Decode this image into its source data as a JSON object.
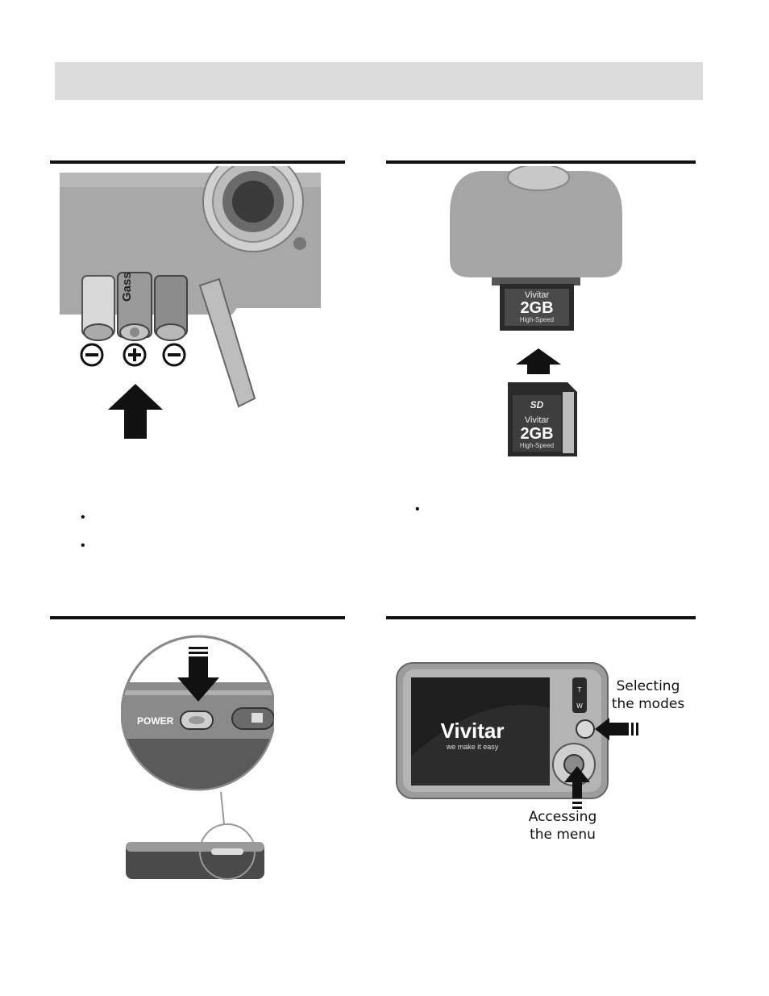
{
  "battery_figure": {
    "polarity_signs": [
      "−",
      "+",
      "−"
    ],
    "battery_labels": [
      "Gass"
    ]
  },
  "sd_figure": {
    "card_inserted": {
      "brand": "Vivitar",
      "capacity": "2GB",
      "speed": "High-Speed"
    },
    "card_loose": {
      "logo": "SD",
      "brand": "Vivitar",
      "capacity": "2GB",
      "speed": "High-Speed"
    }
  },
  "power_figure": {
    "power_label": "POWER"
  },
  "back_figure": {
    "screen_brand": "Vivitar",
    "screen_tagline": "we make it easy",
    "zoom_labels": [
      "T",
      "W"
    ],
    "callout_modes_line1": "Selecting",
    "callout_modes_line2": "the modes",
    "callout_menu_line1": "Accessing",
    "callout_menu_line2": "the menu"
  },
  "colors": {
    "header_bar": "#dcdcdc",
    "rule": "#111111"
  }
}
